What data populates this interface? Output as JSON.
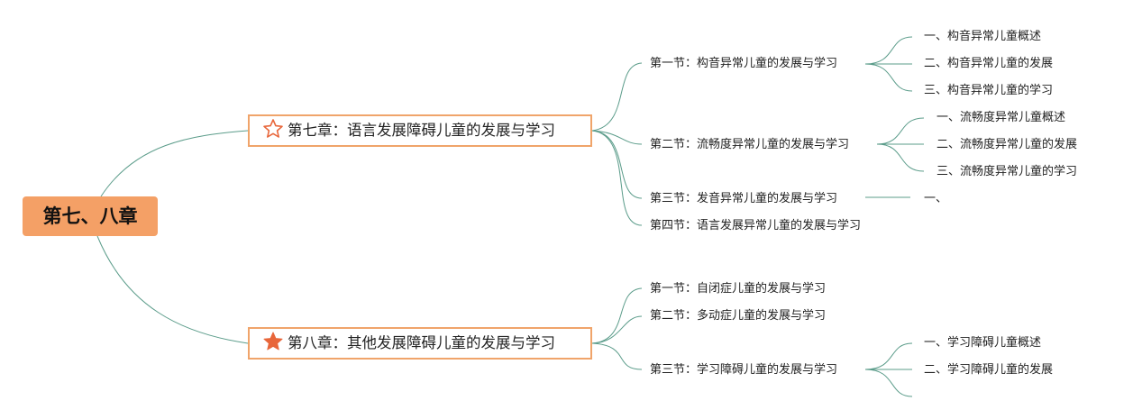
{
  "root": {
    "label": "第七、八章"
  },
  "chapters": [
    {
      "label": "第七章：语言发展障碍儿童的发展与学习",
      "icon": "star-outline-icon",
      "sections": [
        {
          "label": "第一节：构音异常儿童的发展与学习",
          "items": [
            "一、构音异常儿童概述",
            "二、构音异常儿童的发展",
            "三、构音异常儿童的学习"
          ]
        },
        {
          "label": "第二节：流畅度异常儿童的发展与学习",
          "items": [
            "一、流畅度异常儿童概述",
            "二、流畅度异常儿童的发展",
            "三、流畅度异常儿童的学习"
          ]
        },
        {
          "label": "第三节：发音异常儿童的发展与学习",
          "items": [
            "一、"
          ]
        },
        {
          "label": "第四节：语言发展异常儿童的发展与学习",
          "items": []
        }
      ]
    },
    {
      "label": "第八章：其他发展障碍儿童的发展与学习",
      "icon": "star-filled-icon",
      "sections": [
        {
          "label": "第一节：自闭症儿童的发展与学习",
          "items": []
        },
        {
          "label": "第二节：多动症儿童的发展与学习",
          "items": []
        },
        {
          "label": "第三节：学习障碍儿童的发展与学习",
          "items": [
            "一、学习障碍儿童概述",
            "二、学习障碍儿童的发展",
            ""
          ]
        }
      ]
    }
  ],
  "colors": {
    "root_fill": "#f4a066",
    "chapter_border": "#f0a46a",
    "line": "#5b9c8a",
    "star": "#e8663a"
  }
}
